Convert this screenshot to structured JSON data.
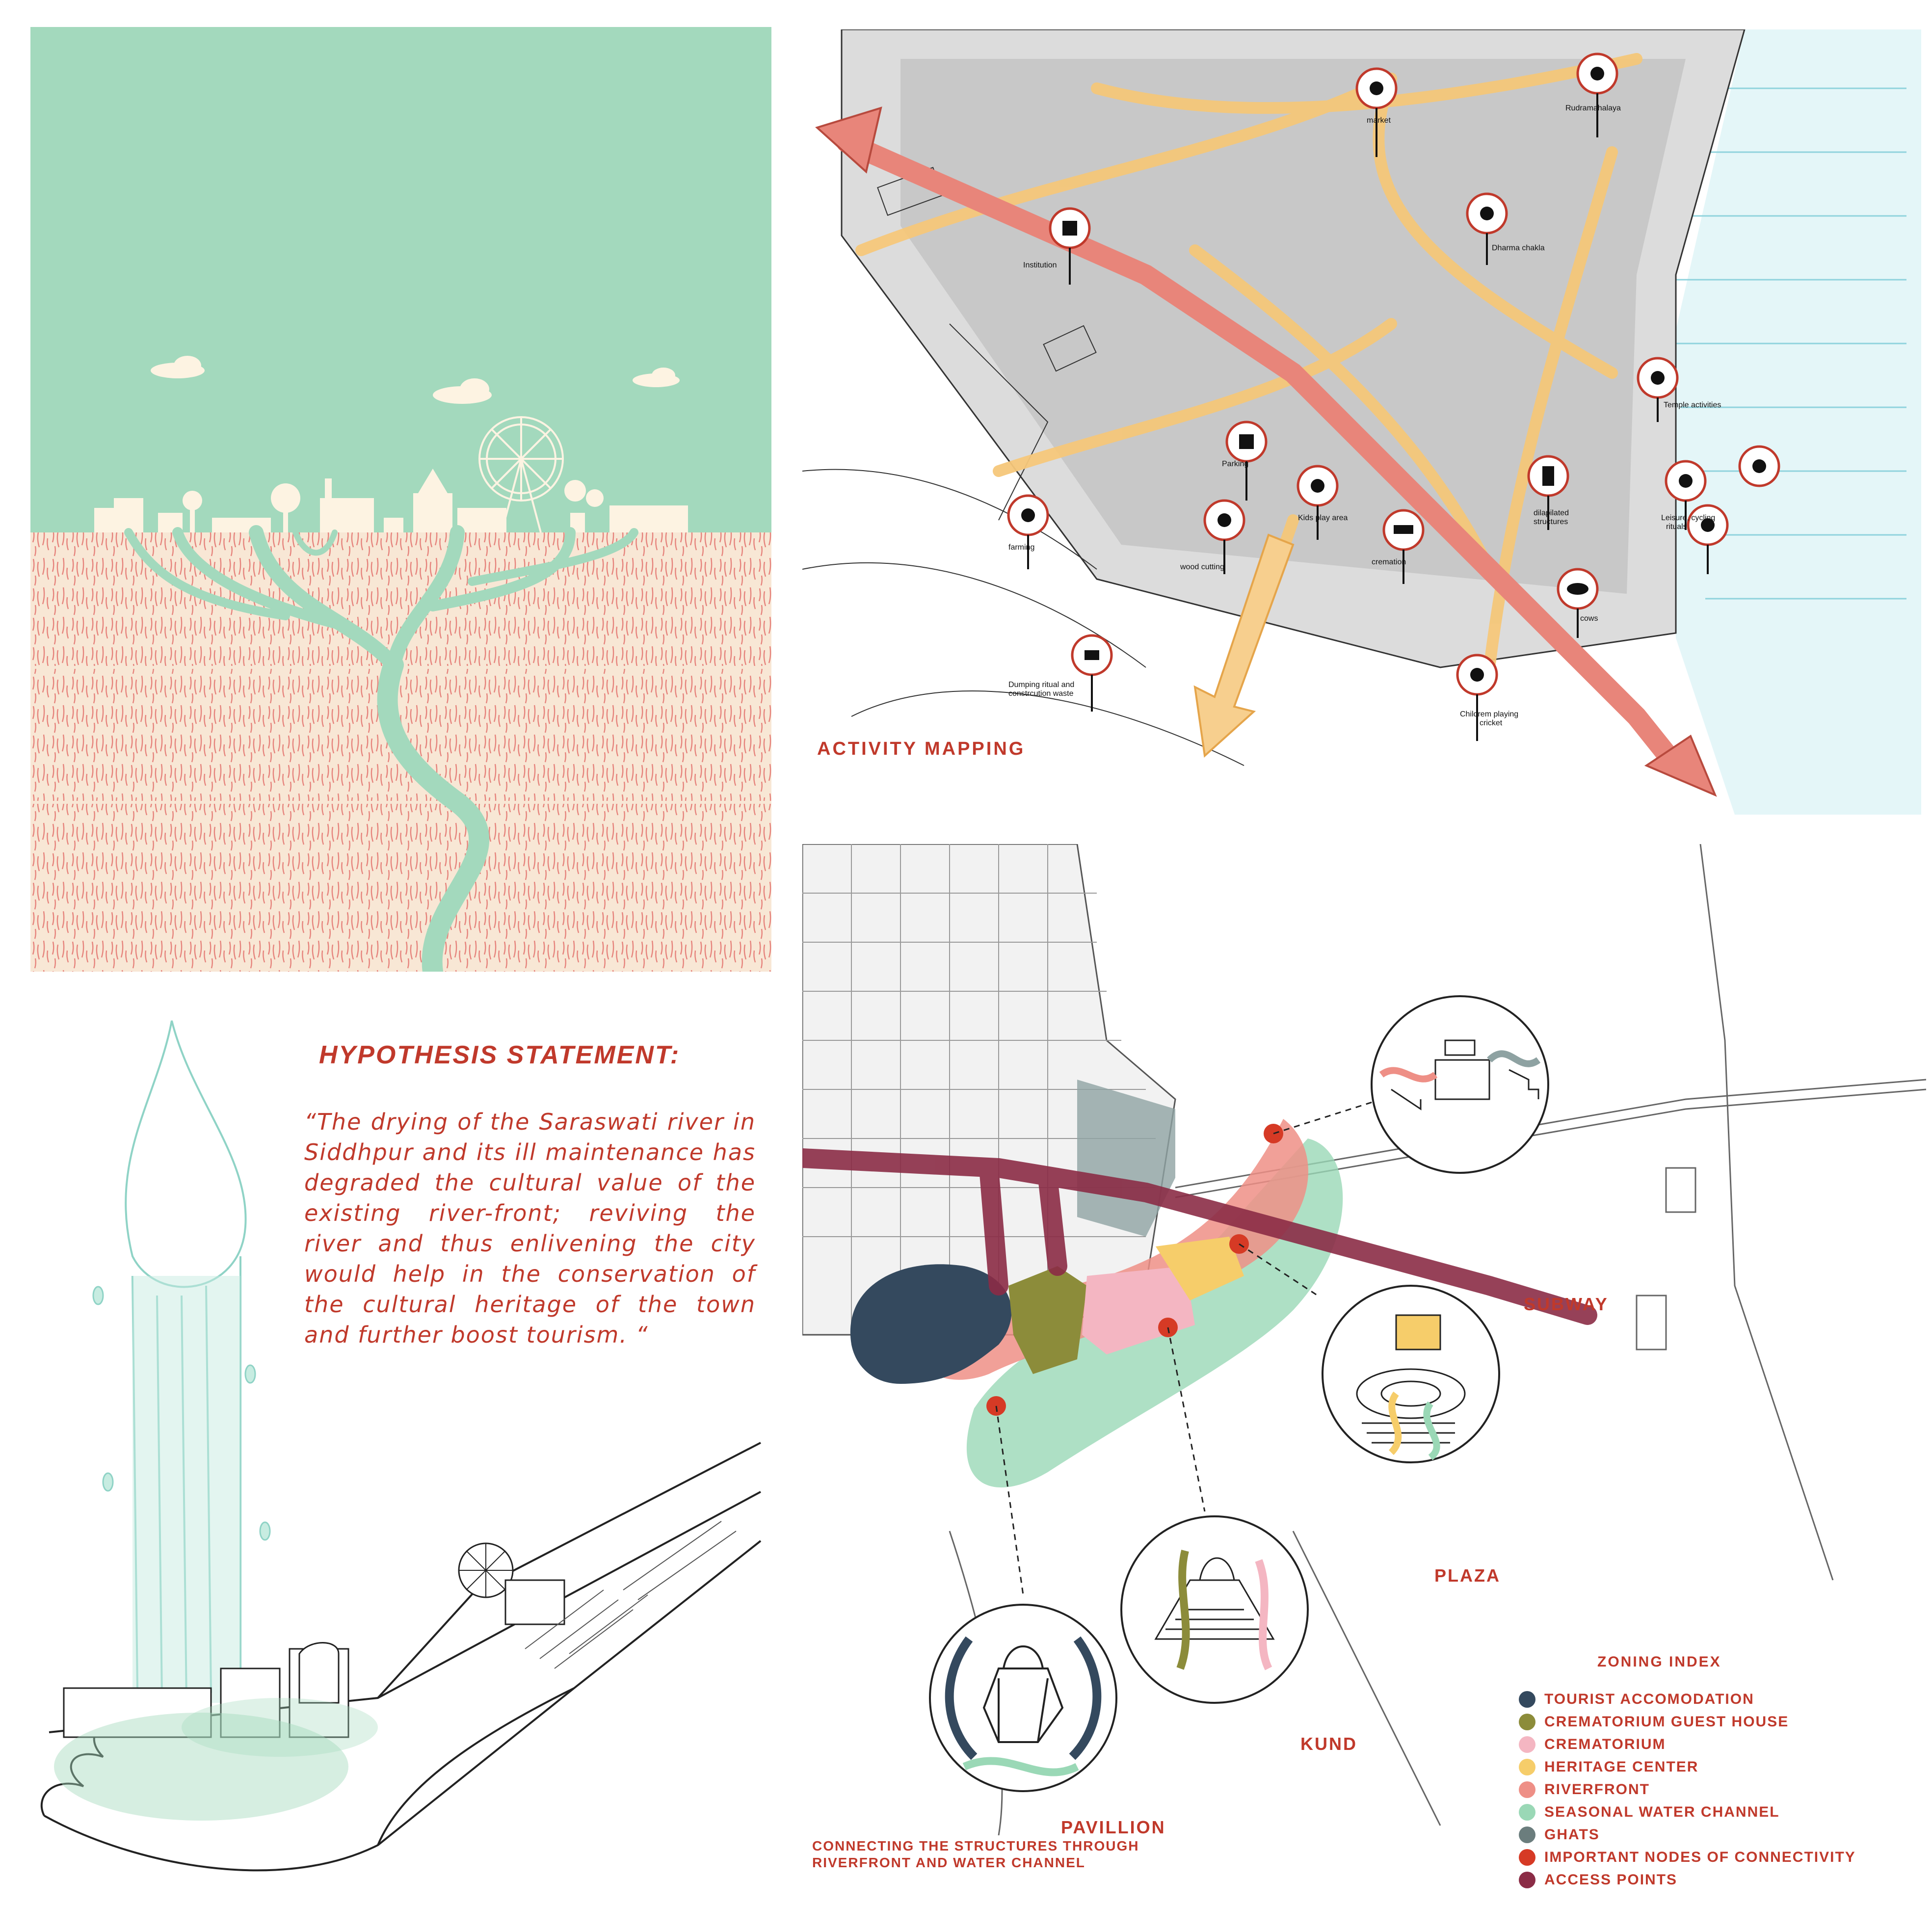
{
  "hypothesis": {
    "title": "HYPOTHESIS STATEMENT:",
    "text": "“The drying of the Saraswati river in Siddhpur and its ill maintenance has degraded the cultural value of  the existing river-front; reviving the river and thus enlivening the city would help in the conservation of the cultural heritage of the town and further boost tourism. “"
  },
  "activity_mapping": {
    "title": "ACTIVITY MAPPING",
    "labels": {
      "market": "market",
      "rudramahalaya": "Rudramahalaya",
      "dharma_chakla": "Dharma chakla",
      "institution": "Institution",
      "temple_activities": "Temple activities",
      "parking": "Parking",
      "farming": "farming",
      "kids_play_area": "Kids play area",
      "dilapidated_1": "dilapilated",
      "dilapidated_2": "structures",
      "leisure_1": "Leisure, cycling",
      "leisure_2": "rituals",
      "wood_cutting": "wood cutting",
      "cremation": "cremation",
      "cows": "cows",
      "dumping_1": "Dumping ritual and",
      "dumping_2": "constrcution waste",
      "children_1": "Childrem playing",
      "children_2": "cricket"
    }
  },
  "site_plan": {
    "caption_line1": "CONNECTING THE STRUCTURES THROUGH",
    "caption_line2": "RIVERFRONT AND WATER CHANNEL",
    "callouts": {
      "subway": "SUBWAY",
      "plaza": "PLAZA",
      "kund": "KUND",
      "pavillion": "PAVILLION"
    }
  },
  "zoning_index": {
    "title": "ZONING INDEX",
    "items": [
      {
        "label": "TOURIST ACCOMODATION",
        "color": "#34495e"
      },
      {
        "label": "CREMATORIUM GUEST HOUSE",
        "color": "#8c8c3a"
      },
      {
        "label": "CREMATORIUM",
        "color": "#f4b6c2"
      },
      {
        "label": "HERITAGE CENTER",
        "color": "#f6cd6a"
      },
      {
        "label": "RIVERFRONT",
        "color": "#ee8f86"
      },
      {
        "label": "SEASONAL WATER CHANNEL",
        "color": "#9ad8b6"
      },
      {
        "label": "GHATS",
        "color": "#6b7d7d"
      },
      {
        "label": "IMPORTANT NODES OF CONNECTIVITY",
        "color": "#d63a25"
      },
      {
        "label": "ACCESS POINTS",
        "color": "#8b2c46"
      }
    ]
  },
  "colors": {
    "mint": "#a3d9bd",
    "soil": "#f8e7d5",
    "soil_lines": "#e6837c",
    "accent_red": "#c0392b",
    "road_yellow": "#f5c77a",
    "river_red": "#e8857a"
  }
}
